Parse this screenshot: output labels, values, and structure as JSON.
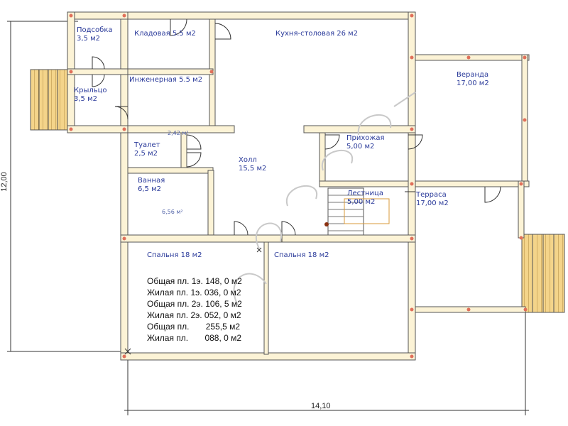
{
  "rooms": {
    "podsobka": "Подсобка",
    "podsobka_area": "3,5 м2",
    "kladovaya": "Кладовая 5.5 м2",
    "kuhnya": "Кухня-столовая 26 м2",
    "inzhenernaya": "Инженерная 5.5 м2",
    "krylco": "Крыльцо",
    "krylco_area": "3,5 м2",
    "veranda": "Веранда",
    "veranda_area": "17,00 м2",
    "tualet": "Туалет",
    "tualet_area": "2,5 м2",
    "tualet_note": "2,42 м²",
    "prihozhaya": "Прихожая",
    "prihozhaya_area": "5,00 м2",
    "holl": "Холл",
    "holl_area": "15,5 м2",
    "vannaya": "Ванная",
    "vannaya_area": "6,5 м2",
    "vannaya_note": "6,56 м²",
    "lestnica": "Лестница",
    "lestnica_area": "5,00 м2",
    "terrasa": "Терраса",
    "terrasa_area": "17,00 м2",
    "spalnya_left": "Спальня 18 м2",
    "spalnya_right": "Спальня 18 м2"
  },
  "summary": [
    "Общая пл. 1э. 148, 0 м2",
    "Жилая пл. 1э. 036, 0 м2",
    "Общая пл. 2э. 106, 5 м2",
    "Жилая пл. 2э. 052, 0 м2",
    "Общая пл.       255,5 м2",
    "Жилая пл.       088, 0 м2"
  ],
  "dimensions": {
    "width": "14,10",
    "height": "12,00"
  },
  "colors": {
    "wall_fill": "#fcf3d6",
    "wall_stroke": "#555555",
    "label": "#2a3a9a",
    "joint": "#e0705a",
    "stair_accent": "#d99a3a",
    "watermark": "#c9c9c9"
  }
}
